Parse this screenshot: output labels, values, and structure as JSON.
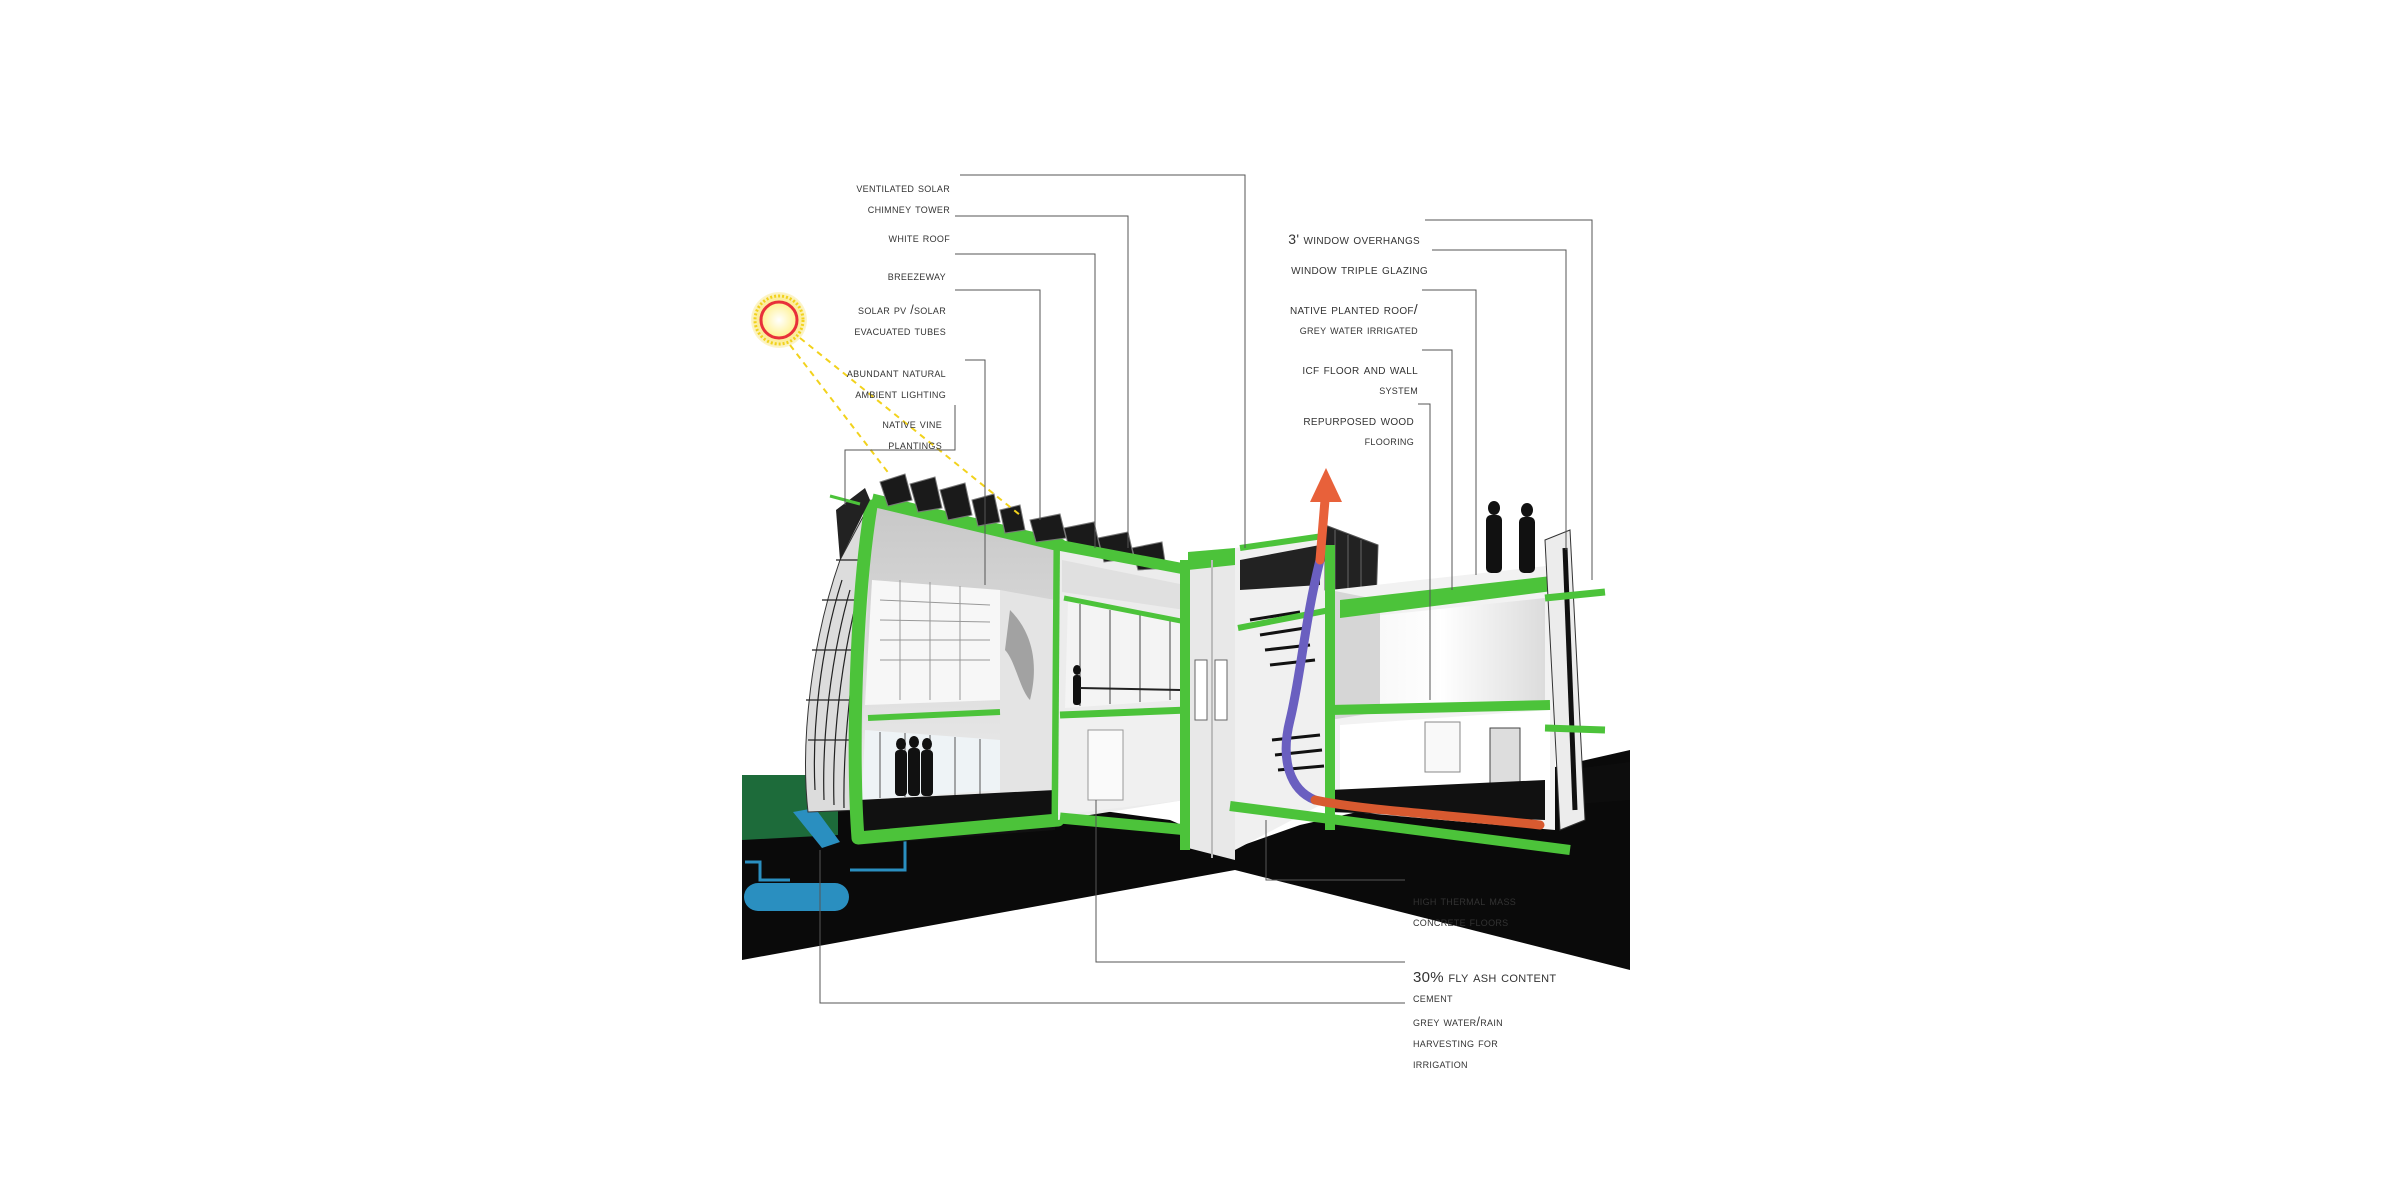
{
  "left_labels": [
    {
      "id": "chimney",
      "lines": [
        "Ventilated Solar",
        "Chimney Tower"
      ]
    },
    {
      "id": "white-roof",
      "lines": [
        "White Roof"
      ]
    },
    {
      "id": "breezeway",
      "lines": [
        "Breezeway"
      ]
    },
    {
      "id": "solar-pv",
      "lines": [
        "Solar PV /Solar",
        "Evacuated Tubes"
      ]
    },
    {
      "id": "natural-light",
      "lines": [
        "Abundant Natural",
        "Ambient Lighting"
      ]
    },
    {
      "id": "vine",
      "lines": [
        "Native  Vine",
        "Plantings"
      ]
    }
  ],
  "right_labels": [
    {
      "id": "overhangs",
      "lines": [
        "3' Window Overhangs"
      ]
    },
    {
      "id": "glazing",
      "lines": [
        "Window Triple Glazing"
      ]
    },
    {
      "id": "planted-roof",
      "lines": [
        "Native Planted Roof/",
        "Grey Water Irrigated"
      ]
    },
    {
      "id": "icf",
      "lines": [
        "ICF Floor and Wall",
        "System"
      ]
    },
    {
      "id": "repurposed",
      "lines": [
        "Repurposed Wood",
        "Flooring"
      ]
    }
  ],
  "bottom_labels": [
    {
      "id": "thermal-mass",
      "lines": [
        "High Thermal Mass",
        "Concrete Floors"
      ]
    },
    {
      "id": "fly-ash",
      "lines": [
        "30% Fly Ash Content",
        "Cement"
      ]
    },
    {
      "id": "grey-water",
      "lines": [
        "Grey Water/Rain",
        "Harvesting for",
        "Irrigation"
      ]
    }
  ],
  "colors": {
    "structure_green": "#4cc33a",
    "ground_black": "#0a0a0a",
    "cistern_blue": "#2a8fc0",
    "airflow_orange": "#e8613a",
    "airflow_purple": "#6a5fc0",
    "sun_red": "#e8303a",
    "sun_yellow": "#f2d21c",
    "leader_gray": "#555555"
  }
}
